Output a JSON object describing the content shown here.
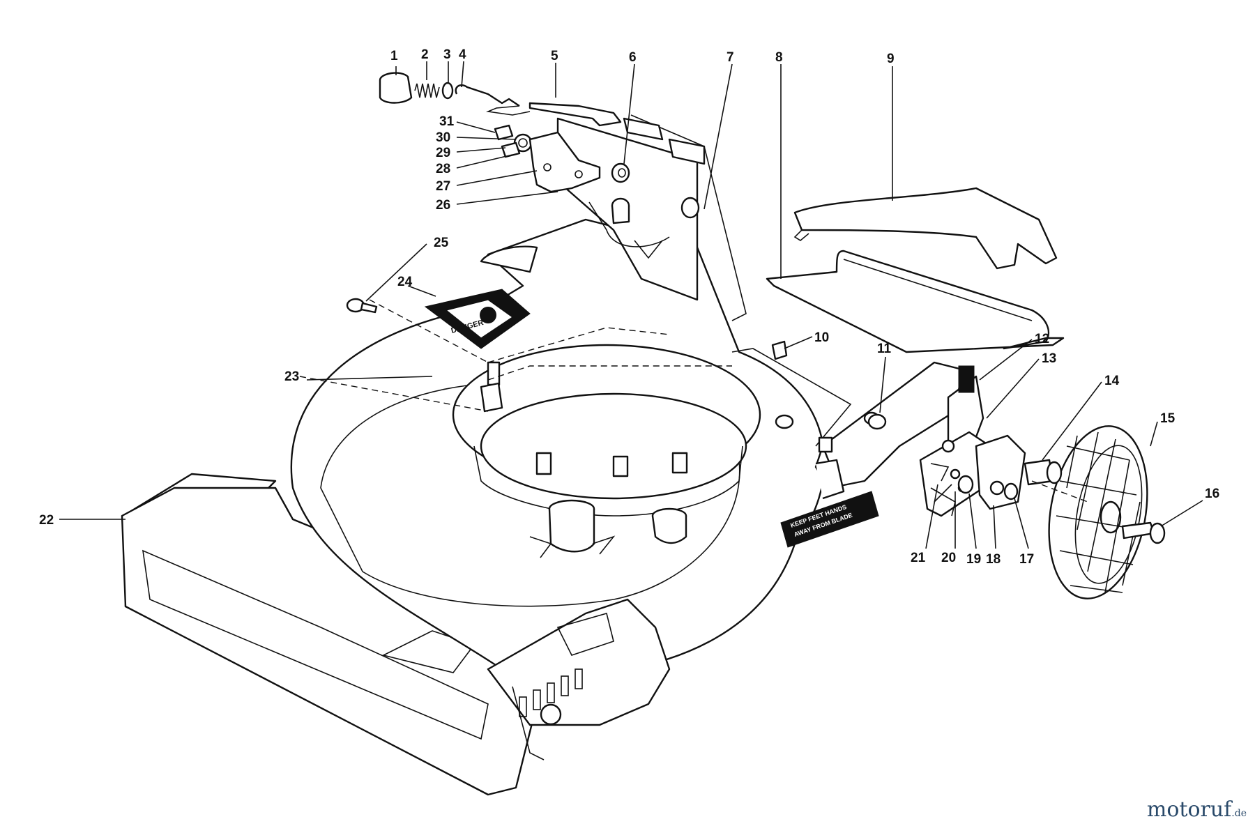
{
  "diagram": {
    "callouts": [
      "1",
      "2",
      "3",
      "4",
      "5",
      "6",
      "7",
      "8",
      "9",
      "10",
      "11",
      "12",
      "13",
      "14",
      "15",
      "16",
      "17",
      "18",
      "19",
      "20",
      "21",
      "22",
      "23",
      "24",
      "25",
      "26",
      "27",
      "28",
      "29",
      "30",
      "31"
    ],
    "decals": {
      "danger": "DANGER",
      "side_line1": "KEEP FEET HANDS",
      "side_line2": "AWAY FROM BLADE"
    }
  },
  "watermark": {
    "name": "motoruf",
    "tld": ".de",
    "color": "#2a4a6a"
  }
}
